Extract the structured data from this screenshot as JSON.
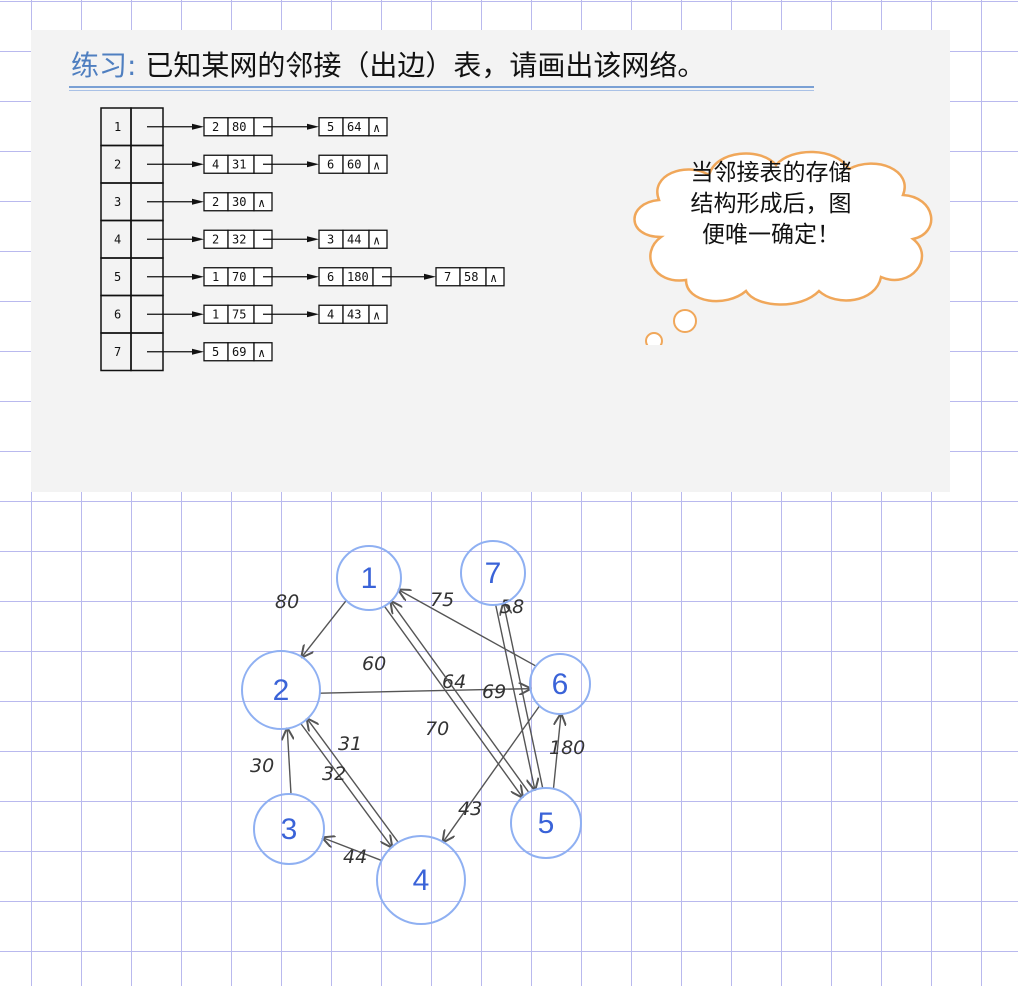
{
  "slide": {
    "title_label": "练习:",
    "title_text": "已知某网的邻接（出边）表，请画出该网络。",
    "cloud_lines": [
      "当邻接表的存储",
      "结构形成后，图",
      "便唯一确定！"
    ]
  },
  "adjacency_list": [
    {
      "vertex": "1",
      "edges": [
        {
          "to": "2",
          "w": "80"
        },
        {
          "to": "5",
          "w": "64"
        }
      ]
    },
    {
      "vertex": "2",
      "edges": [
        {
          "to": "4",
          "w": "31"
        },
        {
          "to": "6",
          "w": "60"
        }
      ]
    },
    {
      "vertex": "3",
      "edges": [
        {
          "to": "2",
          "w": "30"
        }
      ]
    },
    {
      "vertex": "4",
      "edges": [
        {
          "to": "2",
          "w": "32"
        },
        {
          "to": "3",
          "w": "44"
        }
      ]
    },
    {
      "vertex": "5",
      "edges": [
        {
          "to": "1",
          "w": "70"
        },
        {
          "to": "6",
          "w": "180"
        },
        {
          "to": "7",
          "w": "58"
        }
      ]
    },
    {
      "vertex": "6",
      "edges": [
        {
          "to": "1",
          "w": "75"
        },
        {
          "to": "4",
          "w": "43"
        }
      ]
    },
    {
      "vertex": "7",
      "edges": [
        {
          "to": "5",
          "w": "69"
        }
      ]
    }
  ],
  "null_symbol": "∧",
  "graph": {
    "nodes": [
      "1",
      "2",
      "3",
      "4",
      "5",
      "6",
      "7"
    ],
    "edges": [
      {
        "from": "1",
        "to": "2",
        "w": "80"
      },
      {
        "from": "1",
        "to": "5",
        "w": "64"
      },
      {
        "from": "2",
        "to": "4",
        "w": "31"
      },
      {
        "from": "2",
        "to": "6",
        "w": "60"
      },
      {
        "from": "3",
        "to": "2",
        "w": "30"
      },
      {
        "from": "4",
        "to": "2",
        "w": "32"
      },
      {
        "from": "4",
        "to": "3",
        "w": "44"
      },
      {
        "from": "5",
        "to": "1",
        "w": "70"
      },
      {
        "from": "5",
        "to": "6",
        "w": "180"
      },
      {
        "from": "5",
        "to": "7",
        "w": "58"
      },
      {
        "from": "6",
        "to": "1",
        "w": "75"
      },
      {
        "from": "6",
        "to": "4",
        "w": "43"
      },
      {
        "from": "7",
        "to": "5",
        "w": "69"
      }
    ],
    "node_color": "#3a63d8",
    "node_stroke": "#8fb0f2",
    "edge_color": "#555555"
  }
}
